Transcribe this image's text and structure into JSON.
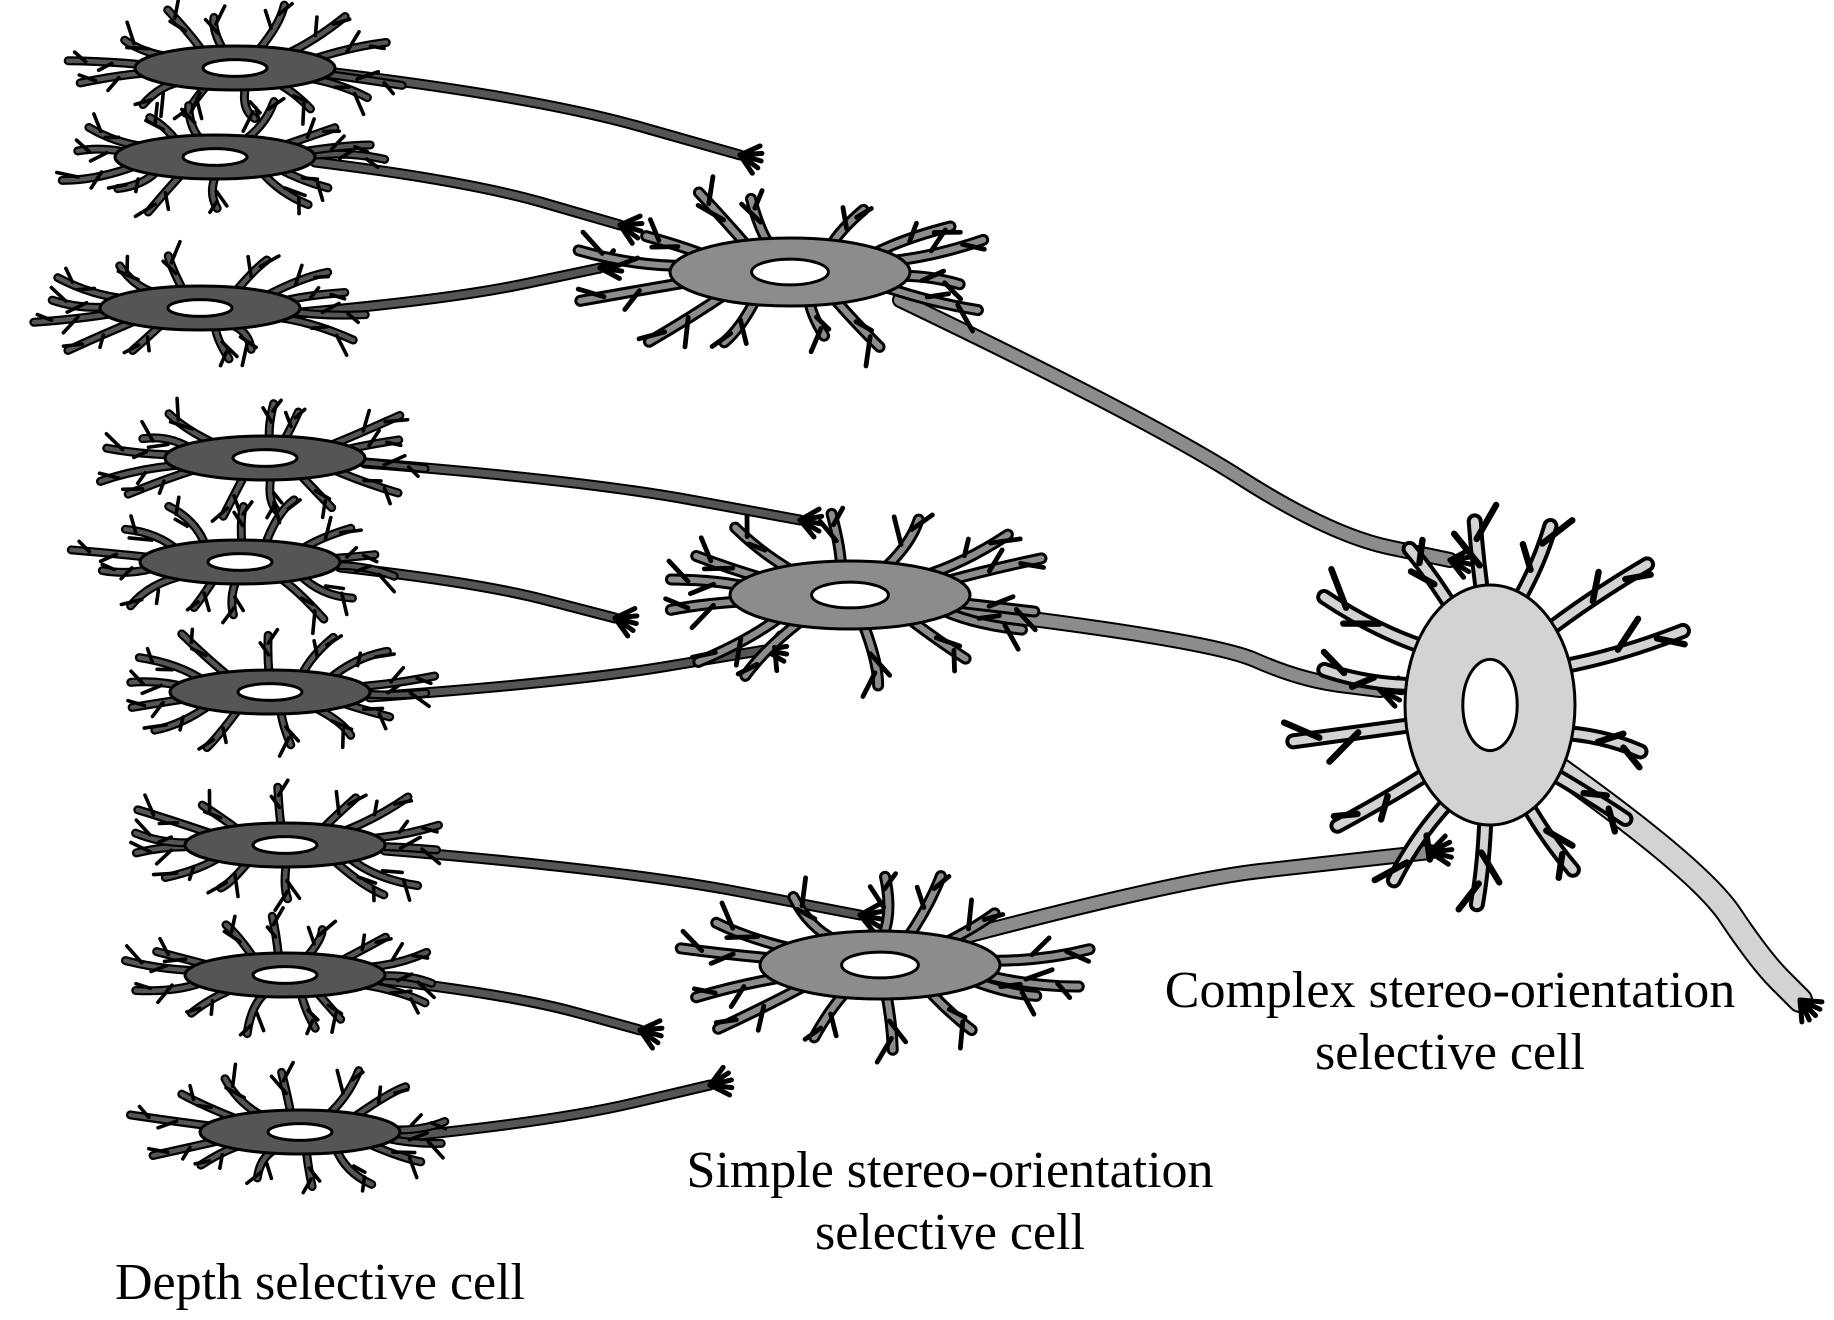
{
  "colors": {
    "depth_cell_fill": "#555555",
    "simple_cell_fill": "#8c8c8c",
    "complex_cell_fill": "#d3d3d3",
    "outline": "#000000",
    "background": "#ffffff"
  },
  "labels": {
    "depth": "Depth selective cell",
    "simple_line1": "Simple stereo-orientation",
    "simple_line2": "selective cell",
    "complex_line1": "Complex stereo-orientation",
    "complex_line2": "selective cell"
  },
  "structure": {
    "depth_cells": 9,
    "simple_cells": 3,
    "complex_cells": 1
  }
}
